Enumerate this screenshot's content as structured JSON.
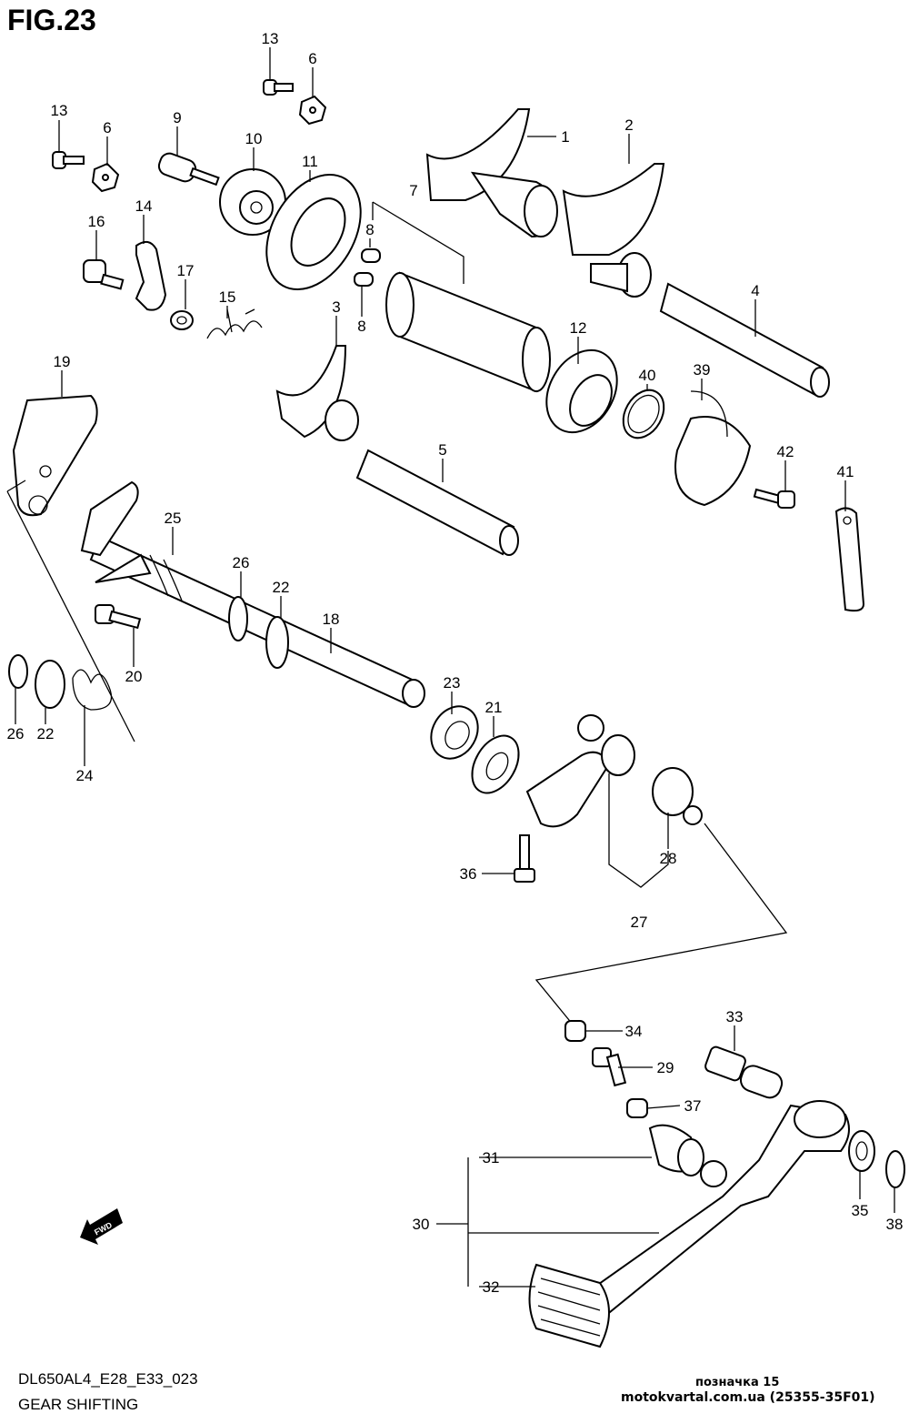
{
  "figure_label": "FIG.23",
  "diagram_code": "DL650AL4_E28_E33_023",
  "diagram_title": "GEAR SHIFTING",
  "watermark_line1": "позначка 15",
  "watermark_line2": "motokvartal.com.ua (25355-35F01)",
  "fwd_label": "FWD",
  "callouts": [
    "13",
    "6",
    "13",
    "6",
    "9",
    "10",
    "11",
    "7",
    "1",
    "2",
    "8",
    "16",
    "14",
    "17",
    "15",
    "3",
    "8",
    "12",
    "4",
    "40",
    "39",
    "42",
    "41",
    "19",
    "5",
    "25",
    "26",
    "22",
    "18",
    "20",
    "26",
    "22",
    "24",
    "23",
    "21",
    "36",
    "28",
    "27",
    "34",
    "33",
    "29",
    "37",
    "31",
    "30",
    "35",
    "38",
    "32"
  ]
}
